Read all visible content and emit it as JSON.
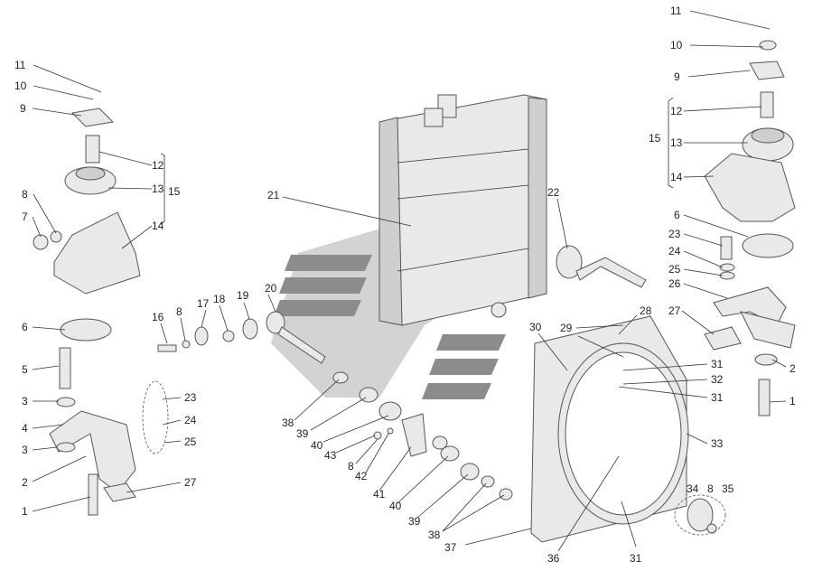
{
  "diagram": {
    "watermark_lines": [
      "",
      "",
      ""
    ],
    "labels": {
      "L11": "11",
      "L10": "10",
      "L9": "9",
      "L8": "8",
      "L7": "7",
      "L12": "12",
      "L13": "13",
      "L15": "15",
      "L14": "14",
      "L6": "6",
      "L5": "5",
      "L3a": "3",
      "L4": "4",
      "L3b": "3",
      "L2": "2",
      "L1": "1",
      "L16": "16",
      "L8b": "8",
      "L17": "17",
      "L18": "18",
      "L19": "19",
      "L20": "20",
      "L21": "21",
      "L23": "23",
      "L24": "24",
      "L25": "25",
      "L27": "27",
      "L38a": "38",
      "L39a": "39",
      "L40a": "40",
      "L43": "43",
      "L8c": "8",
      "L42": "42",
      "L41": "41",
      "L40b": "40",
      "L39b": "39",
      "L38b": "38",
      "L37": "37",
      "L22": "22",
      "L30": "30",
      "L29": "29",
      "L28": "28",
      "L31a": "31",
      "L32": "32",
      "L31b": "31",
      "L33": "33",
      "L36": "36",
      "L31c": "31",
      "L34": "34",
      "L8d": "8",
      "L35": "35",
      "R11": "11",
      "R10": "10",
      "R9": "9",
      "R12": "12",
      "R15": "15",
      "R13": "13",
      "R14": "14",
      "R6": "6",
      "R23": "23",
      "R24": "24",
      "R25": "25",
      "R26": "26",
      "R27": "27",
      "R2": "2",
      "R1": "1"
    }
  }
}
